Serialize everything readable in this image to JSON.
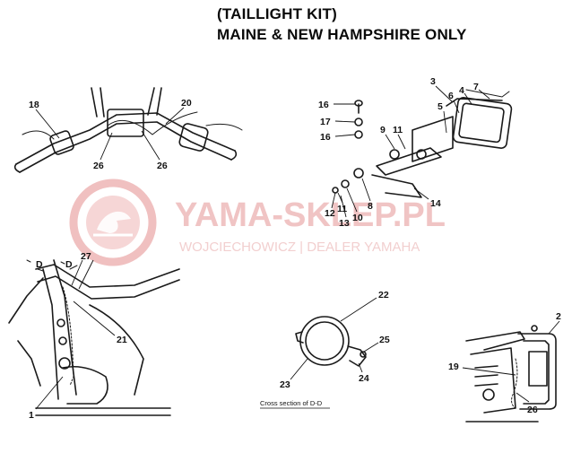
{
  "title": {
    "line1": "(TAILLIGHT KIT)",
    "line2": "MAINE & NEW HAMPSHIRE ONLY"
  },
  "watermark": {
    "main": "YAMA-SKLEP.PL",
    "sub": "WOJCIECHOWICZ | DEALER YAMAHA",
    "color": "#e8a0a0"
  },
  "callouts": {
    "c18": "18",
    "c20": "20",
    "c26a": "26",
    "c26b": "26",
    "c3": "3",
    "c4": "4",
    "c5": "5",
    "c6": "6",
    "c7": "7",
    "c16a": "16",
    "c17": "17",
    "c16b": "16",
    "c9": "9",
    "c11a": "11",
    "c8": "8",
    "c10": "10",
    "c11b": "11",
    "c12": "12",
    "c13": "13",
    "c14": "14",
    "cD1": "D",
    "cD2": "D",
    "c27": "27",
    "c21": "21",
    "c1": "1",
    "c22": "22",
    "c25": "25",
    "c23": "23",
    "c24": "24",
    "c2": "2",
    "c19": "19",
    "c26c": "26"
  },
  "section_caption": "Cross section of D-D"
}
